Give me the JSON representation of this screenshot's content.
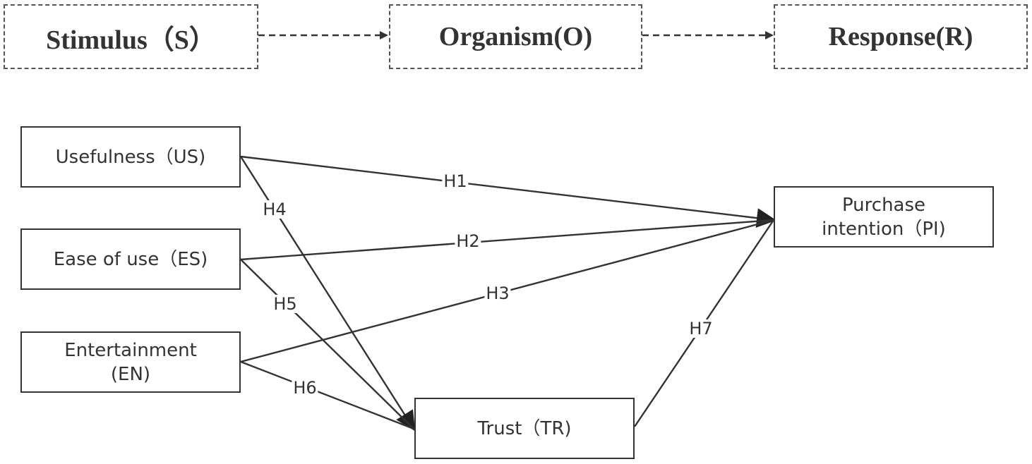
{
  "framework": {
    "stimulus": "Stimulus（S）",
    "organism": "Organism(O)",
    "response": "Response(R)"
  },
  "nodes": {
    "usefulness": "Usefulness（US)",
    "ease_of_use": "Ease of use（ES)",
    "entertainment": "Entertainment\n(EN)",
    "trust": "Trust（TR)",
    "purchase_intention": "Purchase\nintention（PI)"
  },
  "edges": {
    "h1": "H1",
    "h2": "H2",
    "h3": "H3",
    "h4": "H4",
    "h5": "H5",
    "h6": "H6",
    "h7": "H7"
  }
}
